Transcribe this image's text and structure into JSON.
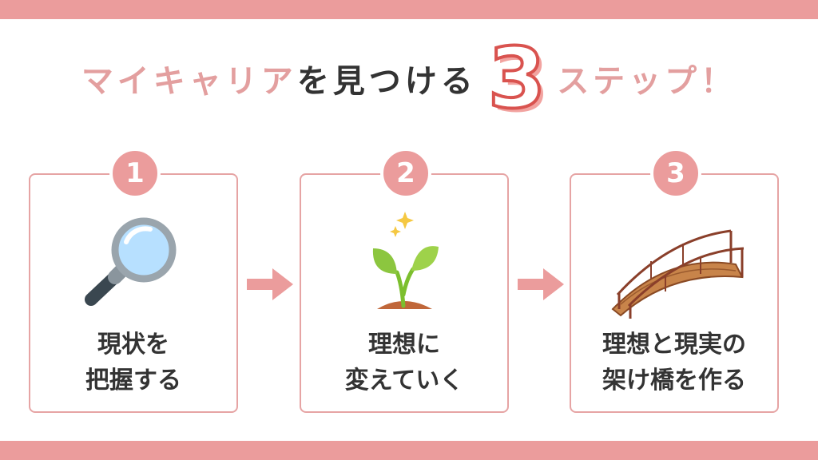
{
  "title": {
    "part1": "マイキャリア",
    "part2": "を見つける",
    "number": "3",
    "part3": "ステップ！"
  },
  "steps": [
    {
      "number": "1",
      "line1": "現状を",
      "line2": "把握する",
      "icon": "magnifier-icon"
    },
    {
      "number": "2",
      "line1": "理想に",
      "line2": "変えていく",
      "icon": "sprout-icon"
    },
    {
      "number": "3",
      "line1": "理想と現実の",
      "line2": "架け橋を作る",
      "icon": "bridge-icon"
    }
  ],
  "colors": {
    "accent": "#eb9c9c",
    "title_pink": "#e39f9f",
    "title_number_stroke": "#d9534f",
    "text_dark": "#333333"
  }
}
